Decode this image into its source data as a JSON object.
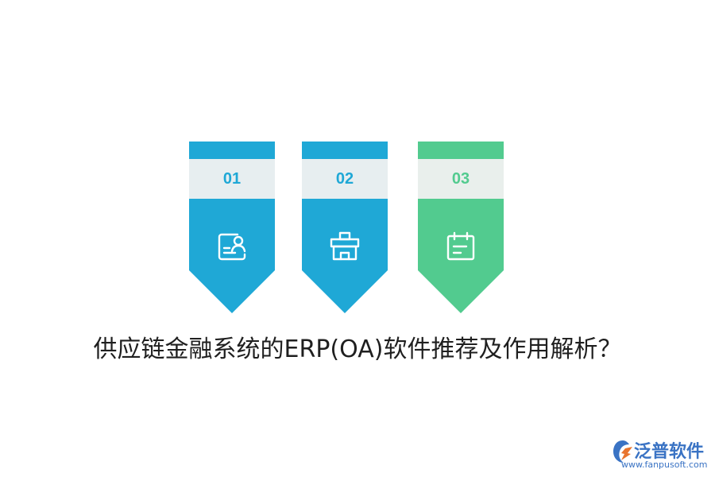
{
  "badges": [
    {
      "number": "01",
      "color": "#1fa8d6",
      "band": "#e7eef0",
      "icon": "contact-card-icon"
    },
    {
      "number": "02",
      "color": "#1fa8d6",
      "band": "#e7eef0",
      "icon": "gift-box-icon"
    },
    {
      "number": "03",
      "color": "#52cb8f",
      "band": "#e9efec",
      "icon": "calendar-note-icon"
    }
  ],
  "title": "供应链金融系统的ERP(OA)软件推荐及作用解析？",
  "logo": {
    "name": "泛普软件",
    "url": "www.fanpusoft.com",
    "color": "#3a73c4",
    "accent": "#e8742e",
    "icon": "fanpu-logo-mark-icon"
  }
}
